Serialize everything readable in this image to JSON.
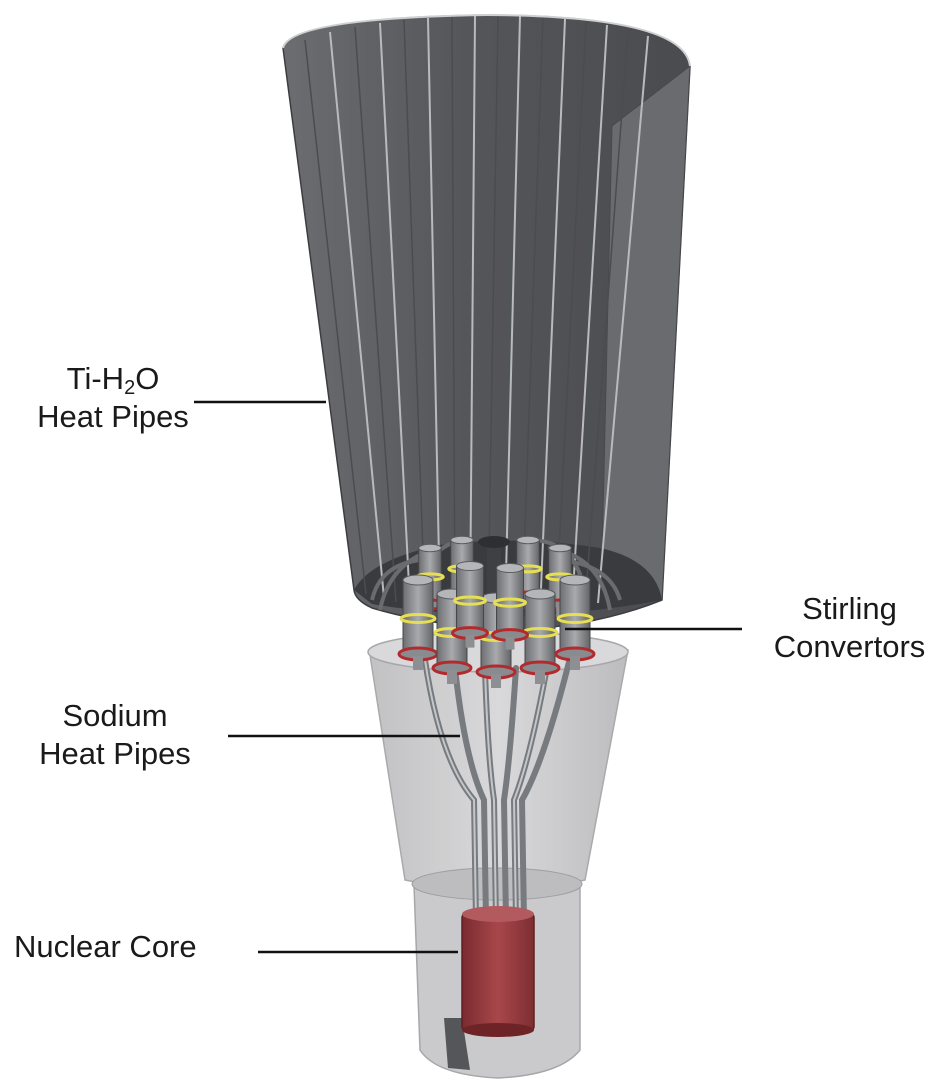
{
  "labels": {
    "ti_h2o": {
      "prefix": "Ti-H",
      "subscript": "2",
      "suffix": "O",
      "line2": "Heat Pipes"
    },
    "stirling": {
      "line1": "Stirling",
      "line2": "Convertors"
    },
    "sodium": {
      "line1": "Sodium",
      "line2": "Heat Pipes"
    },
    "core": {
      "line1": "Nuclear Core"
    }
  },
  "colors": {
    "radiator": "#5d5e61",
    "radiator_light": "#76777a",
    "vessel": "#c9c9cb",
    "core": "#9a3a3e",
    "ring_yellow": "#e6df52",
    "ring_red": "#b32a2e",
    "leader_line": "#111111"
  }
}
